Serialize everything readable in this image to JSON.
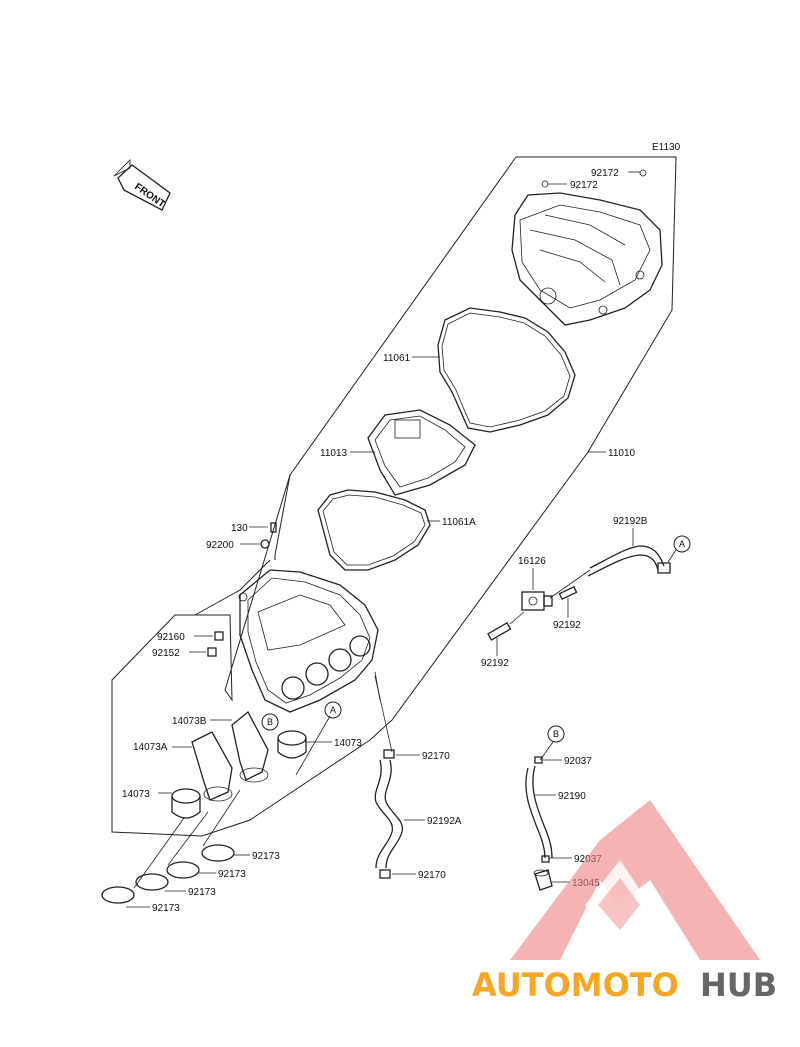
{
  "diagram_code": "E1130",
  "front_label": "FRONT",
  "callouts": {
    "c92172a": "92172",
    "c92172b": "92172",
    "c11061": "11061",
    "c11013": "11013",
    "c11010": "11010",
    "c11061A": "11061A",
    "c130": "130",
    "c92200": "92200",
    "c92160": "92160",
    "c92152": "92152",
    "c14073B": "14073B",
    "c14073A": "14073A",
    "c14073a": "14073",
    "c14073b": "14073",
    "c92173a": "92173",
    "c92173b": "92173",
    "c92173c": "92173",
    "c92173d": "92173",
    "c92170a": "92170",
    "c92170b": "92170",
    "c92192A": "92192A",
    "c92192B": "92192B",
    "c92192a": "92192",
    "c92192b": "92192",
    "c16126": "16126",
    "c92037a": "92037",
    "c92037b": "92037",
    "c92190": "92190",
    "c13045": "13045"
  },
  "refs": {
    "A": "A",
    "B": "B"
  },
  "watermark": {
    "part1": "AUTOMOTO",
    "part2": "HUB",
    "color1": "#f6a623",
    "color2": "#666666",
    "logo_color": "#f08080"
  }
}
